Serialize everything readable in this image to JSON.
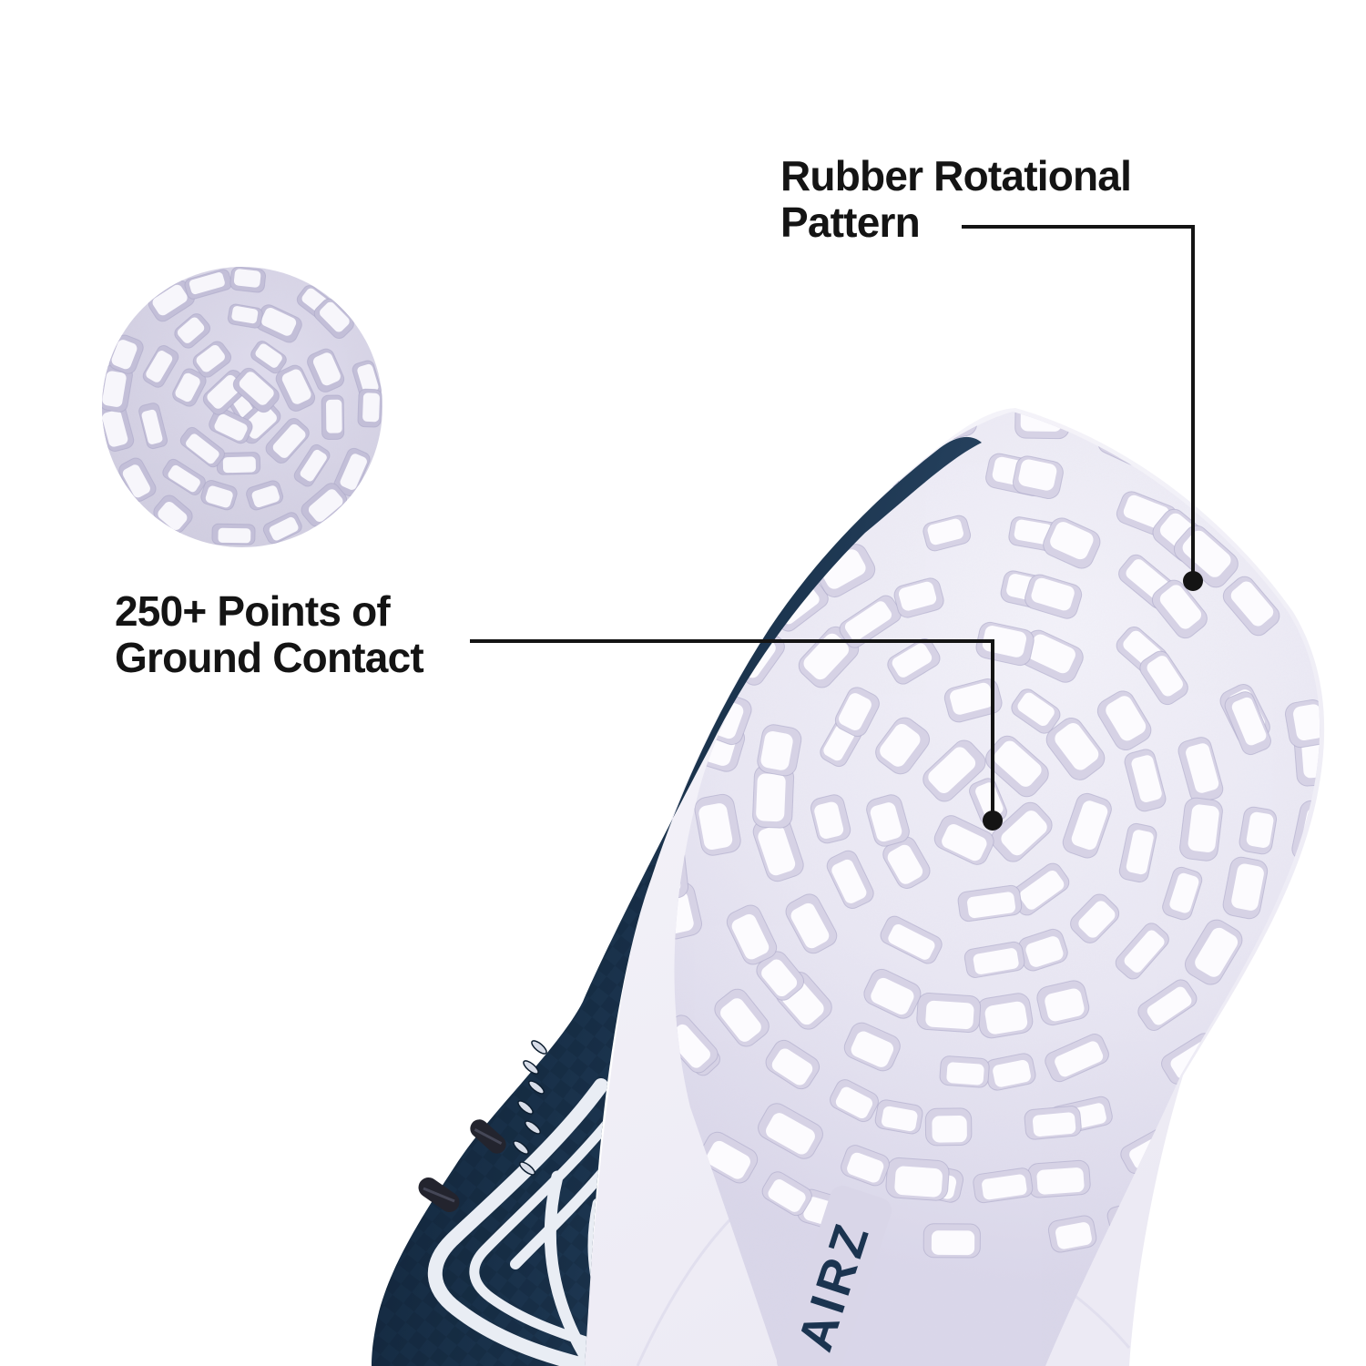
{
  "page": {
    "background": "#ffffff"
  },
  "annotations": {
    "rotational": {
      "line1": "Rubber Rotational",
      "line2": "Pattern"
    },
    "contact": {
      "line1": "250+ Points of",
      "line2": "Ground Contact"
    }
  },
  "branding": {
    "midsole_text": "AIRZ"
  },
  "colors": {
    "annotation_text": "#141414",
    "annotation_line": "#141414",
    "upper_navy": "#1b3450",
    "upper_navy_dark": "#0f2236",
    "stripe_white": "#e9edf4",
    "sole_lavender": "#e9e7f3",
    "sole_edge_lavender": "#dbd8ea",
    "stud_top_white": "#fcfbfe",
    "stud_side_lavender": "#d6d2e5",
    "midsole_white": "#f2f1f8",
    "inset_lavender": "#d8d5e8",
    "brand_plate": "#d9d6e8"
  }
}
